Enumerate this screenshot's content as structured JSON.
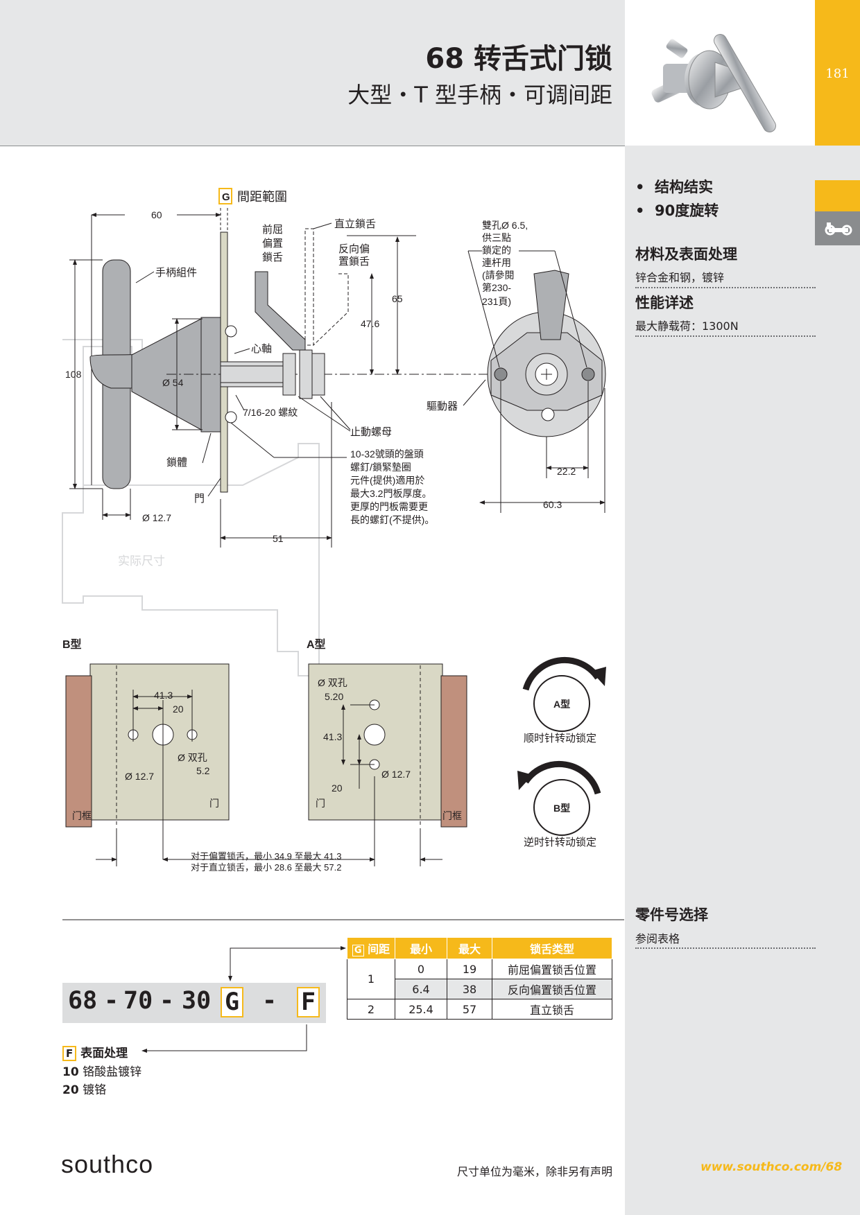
{
  "header": {
    "title": "68 转舌式门锁",
    "subtitle": "大型・T 型手柄・可调间距",
    "page_number": "181"
  },
  "sidebar": {
    "bullets": [
      "结构结实",
      "90度旋转"
    ],
    "materials_heading": "材料及表面处理",
    "materials_text": "锌合金和钢，镀锌",
    "performance_heading": "性能详述",
    "performance_text": "最大静载荷：1300N",
    "part_heading": "零件号选择",
    "part_text": "参阅表格",
    "tab_icon": "wing-latch-icon"
  },
  "diagram": {
    "g_label": "G",
    "spacing_range": "間距範圍",
    "dim_60": "60",
    "dim_108": "108",
    "dim_54": "Ø 54",
    "dim_12_7": "Ø 12.7",
    "dim_51": "51",
    "dim_65": "65",
    "dim_47_6": "47.6",
    "dim_22_2": "22.2",
    "dim_60_3": "60.3",
    "handle_assembly": "手柄組件",
    "front_offset_cam": [
      "前屈",
      "偏置",
      "鎖舌"
    ],
    "straight_cam": "直立鎖舌",
    "reverse_offset_cam": [
      "反向偏",
      "置鎖舌"
    ],
    "core_shaft": "心軸",
    "thread": "7/16-20 螺紋",
    "stop_nut": "止動螺母",
    "lock_body": "鎖體",
    "door": "門",
    "driver": "驅動器",
    "double_hole": [
      "雙孔Ø 6.5,",
      "供三點",
      "鎖定的",
      "連杆用",
      "(請參閱",
      "第230-",
      "231頁)"
    ],
    "screw_note": [
      "10-32號頭的盤頭",
      "螺釘/鎖緊墊圈",
      "元件(提供)適用於",
      "最大3.2門板厚度。",
      "更厚的門板需要更",
      "長的螺釘(不提供)。"
    ],
    "actual_size": "实际尺寸",
    "b_type": "B型",
    "a_type": "A型",
    "b_41_3": "41.3",
    "b_20": "20",
    "b_hole": "Ø 12.7",
    "b_double": "Ø 双孔",
    "b_5_2": "5.2",
    "b_door": "门",
    "b_frame": "门框",
    "a_double": "Ø 双孔",
    "a_5_20": "5.20",
    "a_41_3": "41.3",
    "a_20": "20",
    "a_hole": "Ø 12.7",
    "a_door": "门",
    "a_frame": "门框",
    "offset_note": "对于偏置锁舌，最小 34.9 至最大 41.3",
    "straight_note": "对于直立锁舌，最小 28.6 至最大 57.2",
    "rot_a_label": "A型",
    "rot_a_text": "顺时针转动锁定",
    "rot_b_label": "B型",
    "rot_b_text": "逆时针转动锁定"
  },
  "table": {
    "headers": [
      "G 间距",
      "最小",
      "最大",
      "锁舌类型"
    ],
    "rows": [
      {
        "g": "1",
        "min": "0",
        "max": "19",
        "type": "前屈偏置锁舌位置"
      },
      {
        "g": "",
        "min": "6.4",
        "max": "38",
        "type": "反向偏置锁舌位置"
      },
      {
        "g": "2",
        "min": "25.4",
        "max": "57",
        "type": "直立锁舌"
      }
    ]
  },
  "part_number": {
    "segments": [
      "68",
      "-",
      "70",
      "-",
      "30",
      "G",
      "-",
      "F"
    ]
  },
  "finish": {
    "f_label": "F",
    "heading": "表面处理",
    "options": [
      {
        "code": "10",
        "name": "铬酸盐镀锌"
      },
      {
        "code": "20",
        "name": "镀铬"
      }
    ]
  },
  "footer": {
    "logo": "southco",
    "note": "尺寸单位为毫米，除非另有声明",
    "url": "www.southco.com/68"
  },
  "colors": {
    "accent": "#f6b91a",
    "sidebar_gray": "#e6e7e8",
    "panel_beige": "#d9d8c5",
    "frame_brown": "#c0907d"
  }
}
